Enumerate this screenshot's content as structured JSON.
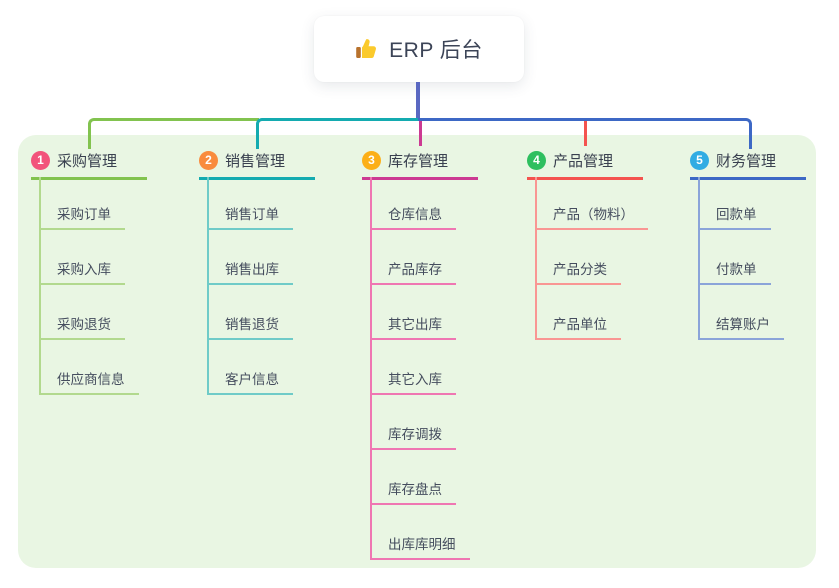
{
  "root": {
    "icon": "thumbs-up-icon",
    "label": "ERP 后台"
  },
  "branches": [
    {
      "index": "1",
      "label": "采购管理",
      "badge_color": "#F2537B",
      "line_color": "#82C34F",
      "child_line_color": "#B2D98E",
      "children": [
        "采购订单",
        "采购入库",
        "采购退货",
        "供应商信息"
      ]
    },
    {
      "index": "2",
      "label": "销售管理",
      "badge_color": "#F98B3D",
      "line_color": "#14ABB0",
      "child_line_color": "#6FCBC8",
      "children": [
        "销售订单",
        "销售出库",
        "销售退货",
        "客户信息"
      ]
    },
    {
      "index": "3",
      "label": "库存管理",
      "badge_color": "#FCAF17",
      "line_color": "#CC3A92",
      "child_line_color": "#EF76B2",
      "children": [
        "仓库信息",
        "产品库存",
        "其它出库",
        "其它入库",
        "库存调拨",
        "库存盘点",
        "出库库明细"
      ]
    },
    {
      "index": "4",
      "label": "产品管理",
      "badge_color": "#2EBF5F",
      "line_color": "#F4534F",
      "child_line_color": "#F99693",
      "children": [
        "产品（物料）",
        "产品分类",
        "产品单位"
      ]
    },
    {
      "index": "5",
      "label": "财务管理",
      "badge_color": "#31ACE3",
      "line_color": "#3D68C5",
      "child_line_color": "#8BA4D9",
      "children": [
        "回款单",
        "付款单",
        "结算账户"
      ]
    }
  ],
  "colors": {
    "stem": "#5A68C2",
    "panel_bg": "#E9F6E3",
    "page_bg": "#FFFFFF",
    "header_text": "#39404F",
    "child_text": "#454D5E",
    "root_text": "#3C4457"
  }
}
